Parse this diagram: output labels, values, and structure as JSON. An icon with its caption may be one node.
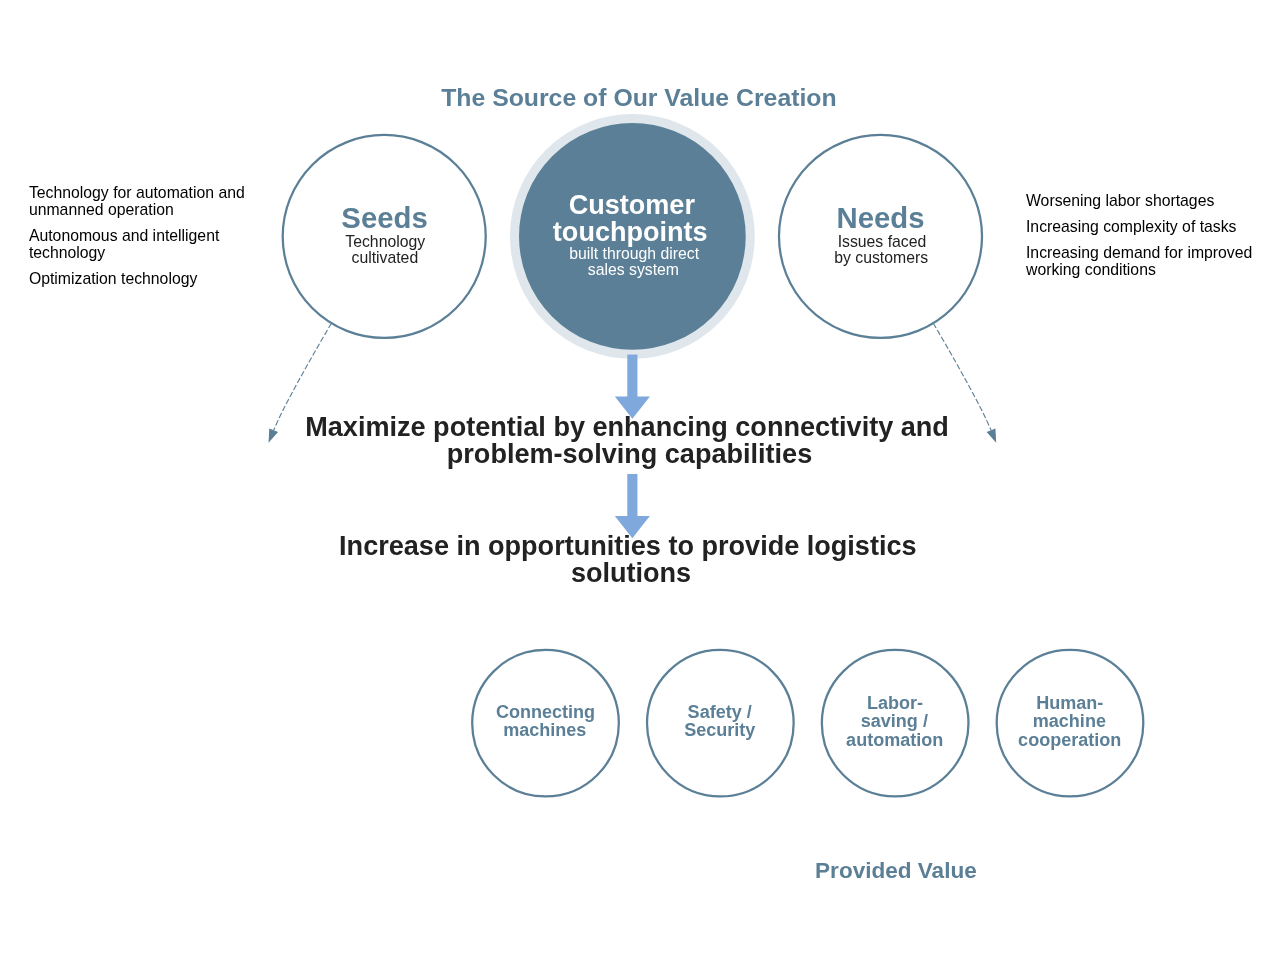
{
  "diagram": {
    "title": "The Source of Our Value Creation",
    "caption": "Provided Value",
    "nodes": [
      {
        "text": [
          "Seeds",
          "Technology cultivated"
        ],
        "beside": [
          "Technology for automation and unmanned operation",
          "Autonomous and intelligent technology",
          "Optimization technology"
        ]
      },
      {
        "text": [
          "Customer touchpoints",
          "built through direct sales system"
        ]
      },
      {
        "text": [
          "Needs",
          "Issues faced by customers"
        ],
        "beside": [
          "Worsening labor shortages",
          "Increasing complexity of tasks",
          "Increasing demand for improved working conditions"
        ]
      },
      {
        "text": [
          "Maximize potential by enhancing connectivity and problem-solving capabilities"
        ]
      },
      {
        "text": [
          "Increase in opportunities to provide logistics solutions"
        ]
      },
      {
        "text": [
          "Connecting machines"
        ]
      },
      {
        "text": [
          "Safety / Security"
        ]
      },
      {
        "text": [
          "Labor-saving / automation"
        ]
      },
      {
        "text": [
          "Human-machine cooperation"
        ]
      }
    ],
    "edges": [
      {
        "from": 1,
        "to": 3,
        "arrow": "to",
        "style": "thick",
        "color": "#7fa8dc"
      },
      {
        "from": 3,
        "to": 4,
        "arrow": "to",
        "style": "thick",
        "color": "#7fa8dc"
      },
      {
        "from": 0,
        "to": null,
        "arrow": "to",
        "style": "dashed"
      },
      {
        "from": 2,
        "to": null,
        "arrow": "to",
        "style": "dashed"
      }
    ]
  }
}
